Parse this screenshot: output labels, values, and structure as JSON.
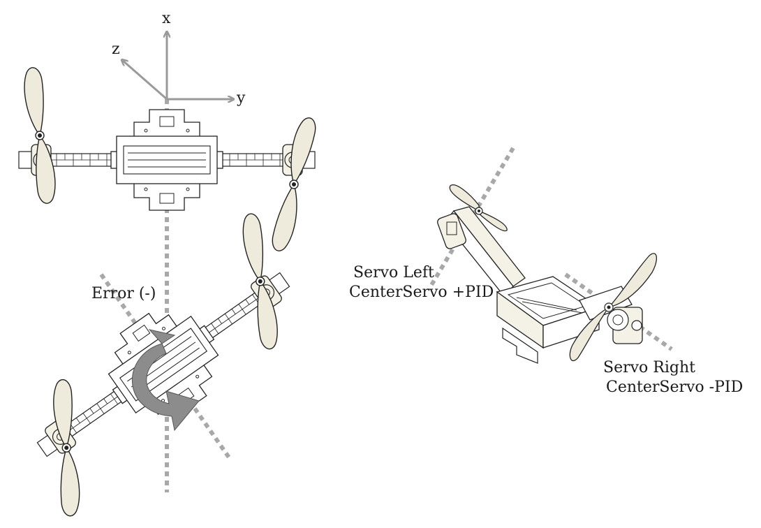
{
  "axes": {
    "x_label": "x",
    "y_label": "y",
    "z_label": "z"
  },
  "annotations": {
    "error": "Error (-)",
    "servo_left_title": "Servo Left",
    "servo_left_rule": "CenterServo +PID",
    "servo_right_title": "Servo Right",
    "servo_right_rule": "CenterServo -PID"
  },
  "colors": {
    "axis_gray": "#9a9a9a",
    "dotted_gray": "#a8a8a8",
    "propeller_fill": "#eeebdc",
    "frame_fill": "#f4f2e6",
    "outline": "#222222",
    "rotation_arrow": "#8c8c8c"
  },
  "icons": {
    "rotation": "curved-arrow-ccw-icon"
  }
}
